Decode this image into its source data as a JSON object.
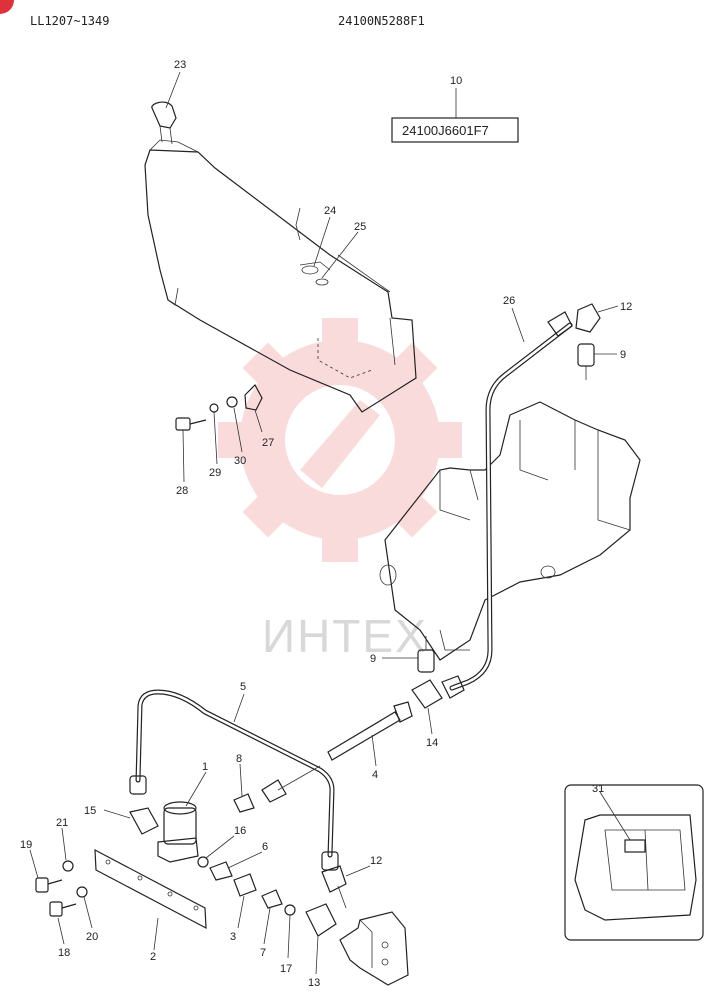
{
  "header": {
    "left": "LL1207~1349",
    "center": "24100N5288F1"
  },
  "assembly_box": {
    "number": "10",
    "code": "24100J6601F7"
  },
  "watermark": {
    "text": "ИНТЕХ",
    "color": "#f08080"
  },
  "callouts": {
    "c1": "1",
    "c2": "2",
    "c3": "3",
    "c4": "4",
    "c5": "5",
    "c6": "6",
    "c7": "7",
    "c8": "8",
    "c9a": "9",
    "c9b": "9",
    "c12a": "12",
    "c12b": "12",
    "c13": "13",
    "c14": "14",
    "c15": "15",
    "c16": "16",
    "c17": "17",
    "c18": "18",
    "c19": "19",
    "c20": "20",
    "c21": "21",
    "c23": "23",
    "c24": "24",
    "c25": "25",
    "c26": "26",
    "c27": "27",
    "c28": "28",
    "c29": "29",
    "c30": "30",
    "c31": "31"
  }
}
